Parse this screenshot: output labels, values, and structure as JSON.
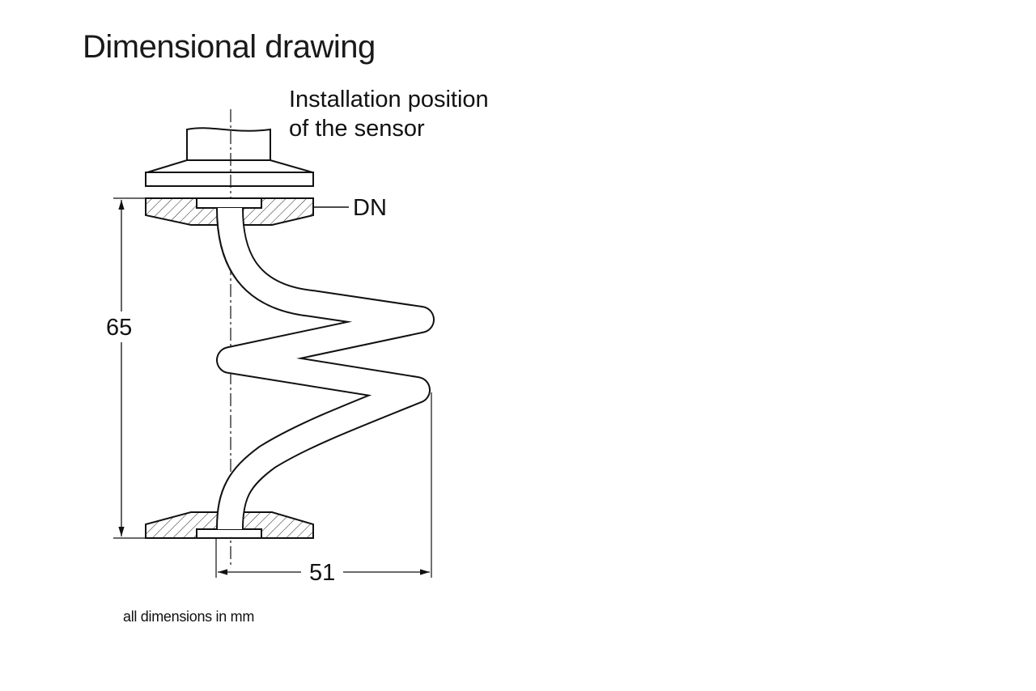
{
  "title": "Dimensional drawing",
  "installation_label": {
    "line1": "Installation position",
    "line2": "of the sensor"
  },
  "callouts": {
    "dn": "DN"
  },
  "dimensions": {
    "height": "65",
    "width": "51"
  },
  "footnote": "all dimensions in mm"
}
